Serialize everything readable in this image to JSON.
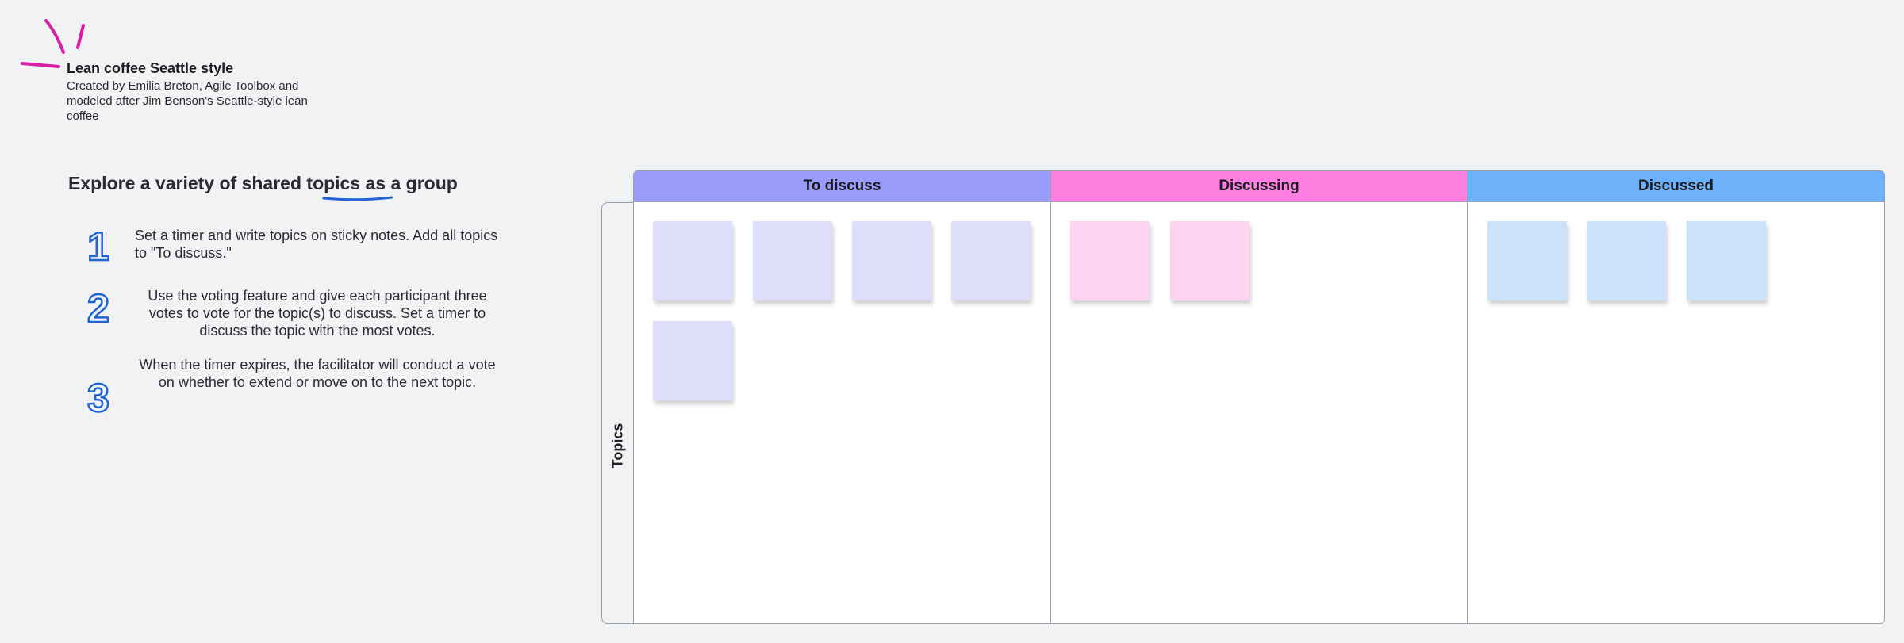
{
  "template": {
    "title": "Lean coffee Seattle style",
    "credit": "Created by Emilia Breton, Agile Toolbox and modeled after Jim Benson's Seattle-style lean coffee"
  },
  "instructions": {
    "heading": "Explore a variety of shared topics as a group",
    "steps": [
      {
        "number": "1",
        "text": "Set a timer and write topics on sticky notes. Add all topics to \"To discuss.\""
      },
      {
        "number": "2",
        "text": "Use the voting feature and give each participant three votes to vote for the topic(s) to discuss. Set a timer to discuss the topic with the most votes."
      },
      {
        "number": "3",
        "text": "When the timer expires, the facilitator will conduct a vote on whether to extend or move on to the next topic."
      }
    ]
  },
  "board": {
    "row_label": "Topics",
    "columns": [
      {
        "label": "To discuss",
        "header_color": "#9a9cfb",
        "sticky_color": "#dedefb",
        "sticky_count": 5
      },
      {
        "label": "Discussing",
        "header_color": "#ff7fe0",
        "sticky_color": "#fed4f3",
        "sticky_count": 2
      },
      {
        "label": "Discussed",
        "header_color": "#6db1fa",
        "sticky_color": "#cce2fb",
        "sticky_count": 3
      }
    ]
  },
  "colors": {
    "accent_mark": "#d61fa6",
    "step_number": "#1f63d6",
    "underline": "#1f63d6",
    "background": "#f1f2f4"
  },
  "icons": {
    "accent": "sparkle-mark-icon"
  }
}
